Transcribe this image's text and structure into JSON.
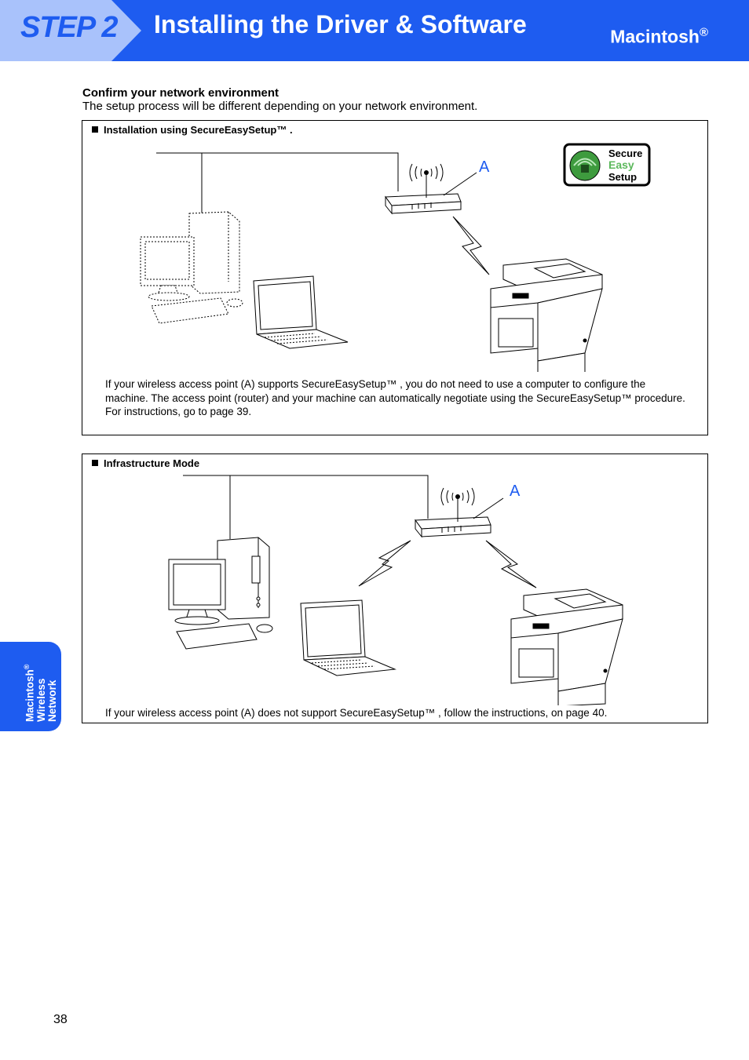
{
  "header": {
    "step": "STEP 2",
    "title": "Installing the Driver & Software",
    "os": "Macintosh",
    "os_mark": "®",
    "colors": {
      "brand_blue": "#1e5cf0",
      "badge_light": "#a9c2fb"
    }
  },
  "section": {
    "heading": "Confirm your network environment",
    "intro": "The setup process will be different depending on your network environment."
  },
  "box1": {
    "title": "Installation using SecureEasySetup™ .",
    "label_a": "A",
    "logo": {
      "line1": "Secure",
      "line2": "Easy",
      "line3": "Setup"
    },
    "text1": "If your wireless access point (A) supports SecureEasySetup™ , you do not need to use a computer to configure the machine. The access point (router) and your machine can automatically negotiate using the SecureEasySetup™ procedure.",
    "text2": "For instructions, go to page 39."
  },
  "box2": {
    "title": "Infrastructure Mode",
    "label_a": "A",
    "text": "If your wireless access point (A) does not support SecureEasySetup™ , follow the instructions, on page 40."
  },
  "side_tab": {
    "line1": "Macintosh",
    "mark": "®",
    "line2": "Wireless",
    "line3": "Network"
  },
  "page_number": "38"
}
